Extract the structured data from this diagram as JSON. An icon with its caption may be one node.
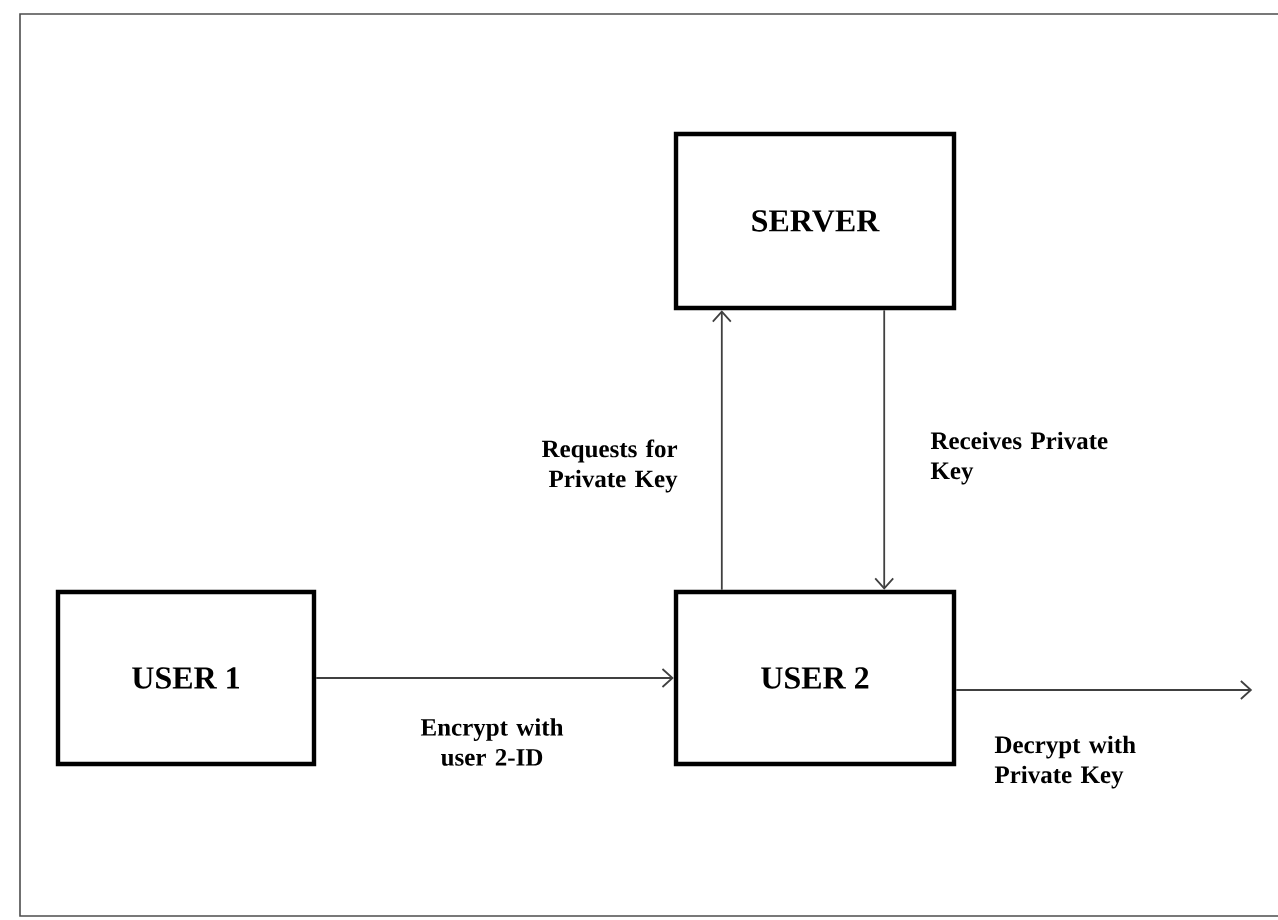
{
  "diagram": {
    "nodes": [
      {
        "text": [
          "SERVER"
        ]
      },
      {
        "text": [
          "USER 1"
        ]
      },
      {
        "text": [
          "USER 2"
        ]
      }
    ],
    "edges": [
      {
        "from": 1,
        "to": 2,
        "arrow": "to",
        "label": "Encrypt with user 2-ID"
      },
      {
        "from": 2,
        "to": 0,
        "arrow": "to",
        "label": "Requests for Private Key"
      },
      {
        "from": 0,
        "to": 2,
        "arrow": "to",
        "label": "Receives Private Key"
      },
      {
        "from": 2,
        "to": null,
        "arrow": "to",
        "label": "Decrypt with Private Key"
      }
    ]
  }
}
